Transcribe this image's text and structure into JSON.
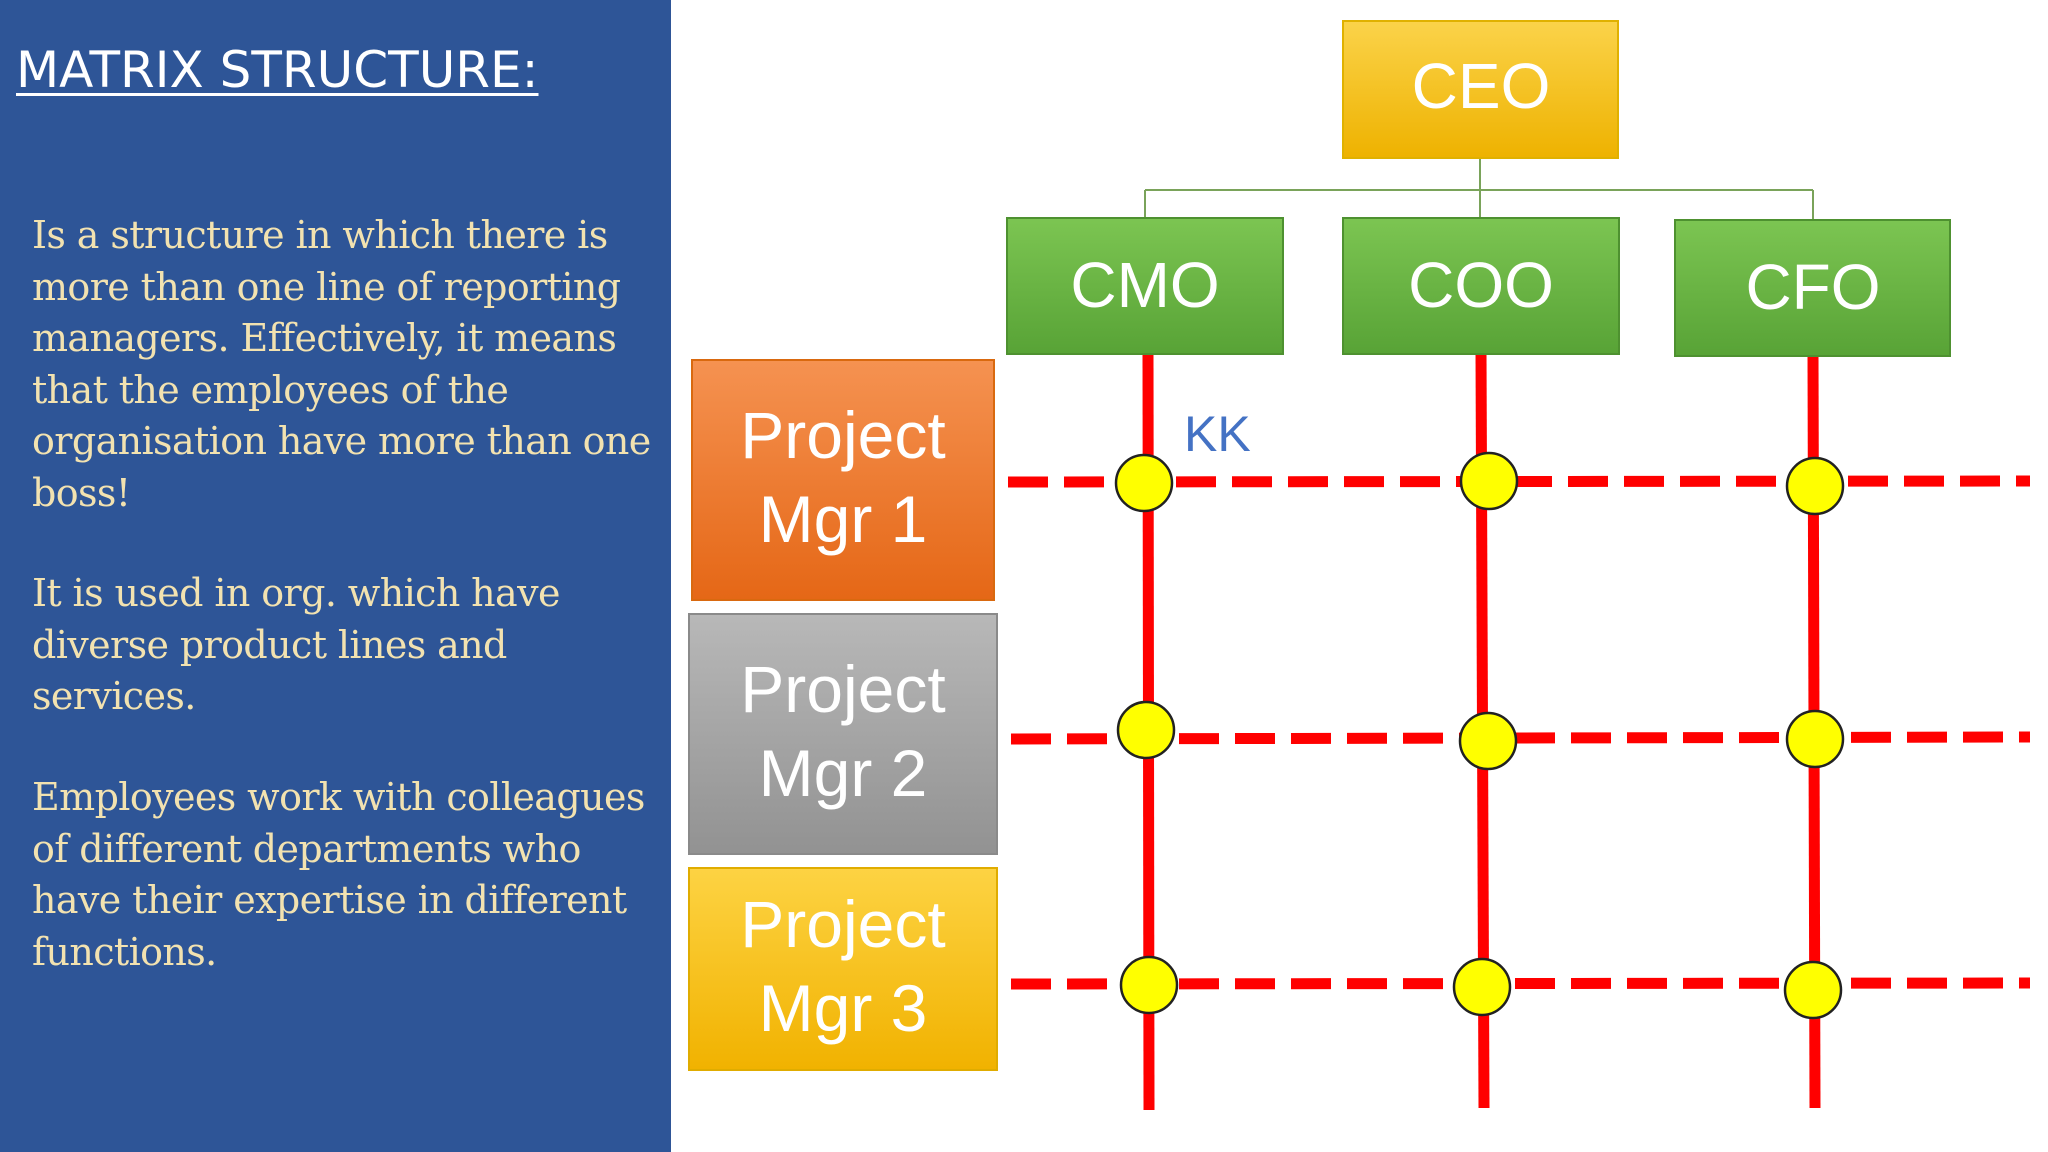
{
  "slide": {
    "title": "MATRIX STRUCTURE:",
    "paragraphs": [
      "Is a structure in which there is more than one line of reporting managers. Effectively, it means that the employees of the organisation have more than one boss!",
      "It is used in org. which have diverse product lines and services.",
      "Employees work with colleagues of different departments who have their expertise in different functions."
    ]
  },
  "colors": {
    "panel_background": "#2e5597",
    "paragraph_text": "#f2e2b0",
    "ceo_box": "#f5c518",
    "executive_box": "#6bb445",
    "pm1_box": "#f07c30",
    "pm2_box": "#a6a6a6",
    "pm3_box": "#f9c51b",
    "grid_line": "#ff0000",
    "intersection_dot": "#ffff00",
    "mark_text": "#4472c4"
  },
  "diagram": {
    "ceo": {
      "label": "CEO"
    },
    "executives": [
      {
        "label": "CMO"
      },
      {
        "label": "COO"
      },
      {
        "label": "CFO"
      }
    ],
    "project_managers": [
      {
        "line1": "Project",
        "line2": "Mgr 1"
      },
      {
        "line1": "Project",
        "line2": "Mgr 2"
      },
      {
        "line1": "Project",
        "line2": "Mgr 3"
      }
    ],
    "mark": "KK"
  }
}
